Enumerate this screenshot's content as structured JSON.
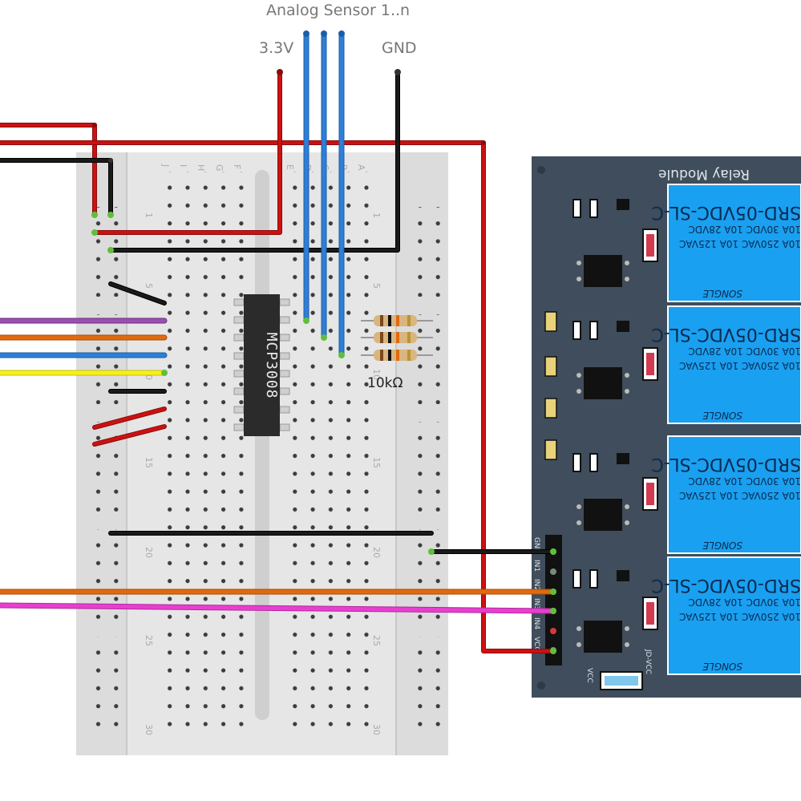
{
  "labels": {
    "analog_sensor": "Analog Sensor 1..n",
    "v33": "3.3V",
    "gnd": "GND",
    "resistor_value": "10kΩ"
  },
  "chip": {
    "name": "MCP3008"
  },
  "breadboard": {
    "column_letters_left": [
      "J",
      "I",
      "H",
      "G",
      "F"
    ],
    "column_letters_right": [
      "E",
      "D",
      "C",
      "B",
      "A"
    ],
    "row_numbers": [
      "1",
      "5",
      "10",
      "15",
      "20",
      "25",
      "30"
    ]
  },
  "relay_module": {
    "title": "Relay Module",
    "relay_model": "SRD-05VDC-SL-C",
    "rating_lines": [
      "10A 250VAC  10A 125VAC",
      "10A 30VDC  10A 28VDC"
    ],
    "brand": "SONGLE",
    "header_pins": [
      "GND",
      "IN1",
      "IN2",
      "IN3",
      "IN4",
      "VCC"
    ],
    "jumper_labels": [
      "VCC",
      "JD-VCC"
    ]
  },
  "colors": {
    "red": "#cc1111",
    "black": "#1a1a1a",
    "blue": "#2e7fd6",
    "purple": "#9b4fb0",
    "orange": "#e06a10",
    "yellow": "#f7ef1a",
    "magenta": "#e83fd0",
    "relay_board": "#3f4d5c",
    "relay_body": "#1aa0f0"
  }
}
